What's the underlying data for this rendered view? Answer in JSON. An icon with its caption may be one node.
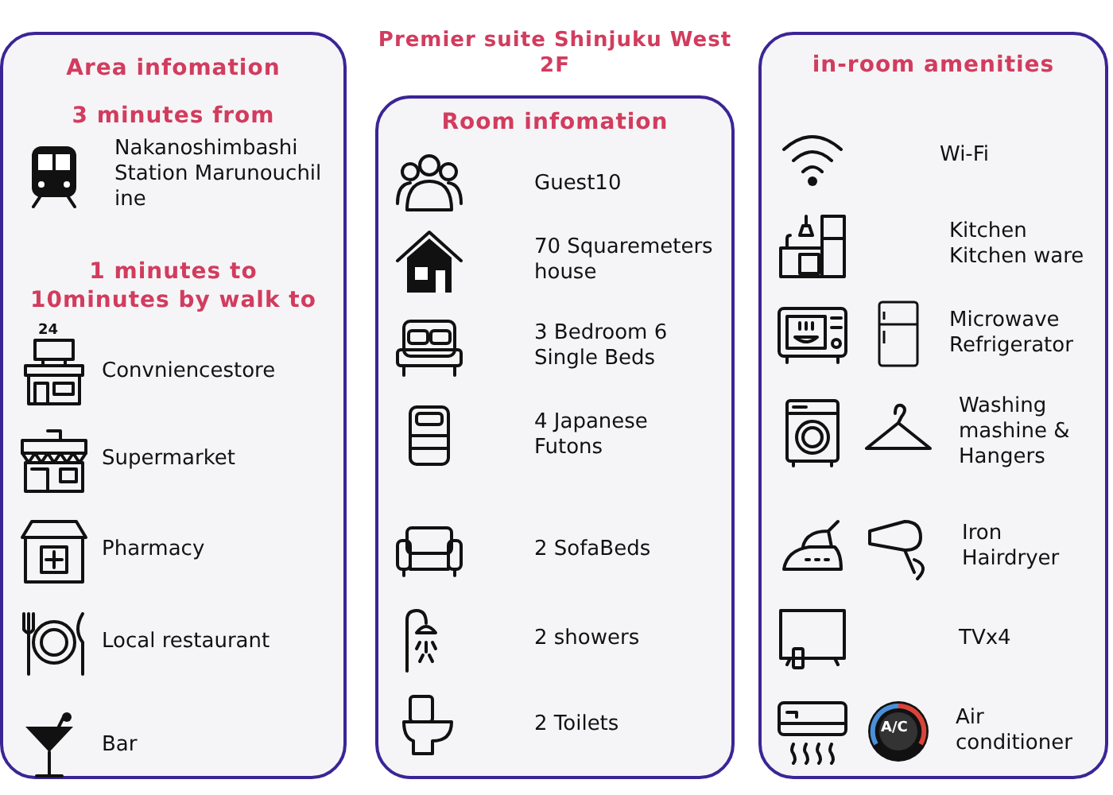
{
  "diagram": {
    "title": "Premier suite Shinjuku West 2F",
    "nodes": [
      {
        "text": [
          "Area infomation",
          "3 minutes from",
          "Nakanoshimbashi Station Marunouchil ine",
          "1 minutes to 10minutes by walk to",
          "Convniencestore",
          "Supermarket",
          "Pharmacy",
          "Local restaurant",
          "Bar"
        ]
      },
      {
        "text": [
          "Room infomation",
          "Guest10",
          "70 Squaremeters house",
          "3 Bedroom 6 Single Beds",
          "4 Japanese Futons",
          "2 SofaBeds",
          "2 showers",
          "2 Toilets"
        ]
      },
      {
        "text": [
          "in-room amenities",
          "Wi-Fi",
          "Kitchen Kitchen ware",
          "Microwave Refrigerator",
          "Washing mashine & Hangers",
          "Iron Hairdryer",
          "TVx4",
          "Air conditioner"
        ]
      }
    ],
    "labels": [
      "24",
      "A/C"
    ]
  }
}
